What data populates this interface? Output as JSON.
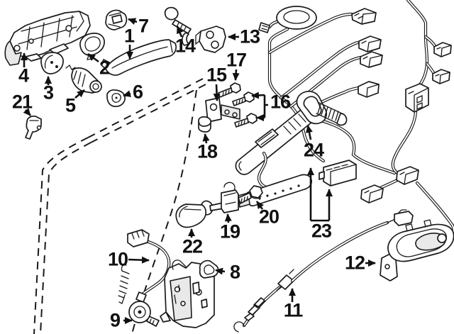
{
  "diagram": {
    "description": "Exploded parts diagram of a vehicle door: exterior and interior handles, lock cylinder, latch, door check, wiring harness and cables, with numbered callouts.",
    "colors": {
      "background": "#ffffff",
      "line": "#1a1a1a",
      "label": "#111111"
    },
    "callouts": [
      {
        "label": "1"
      },
      {
        "label": "2"
      },
      {
        "label": "3"
      },
      {
        "label": "4"
      },
      {
        "label": "5"
      },
      {
        "label": "6"
      },
      {
        "label": "7"
      },
      {
        "label": "8"
      },
      {
        "label": "9"
      },
      {
        "label": "10"
      },
      {
        "label": "11"
      },
      {
        "label": "12"
      },
      {
        "label": "13"
      },
      {
        "label": "14"
      },
      {
        "label": "15"
      },
      {
        "label": "16"
      },
      {
        "label": "17"
      },
      {
        "label": "18"
      },
      {
        "label": "19"
      },
      {
        "label": "20"
      },
      {
        "label": "21"
      },
      {
        "label": "22"
      },
      {
        "label": "23"
      },
      {
        "label": "24"
      }
    ]
  }
}
